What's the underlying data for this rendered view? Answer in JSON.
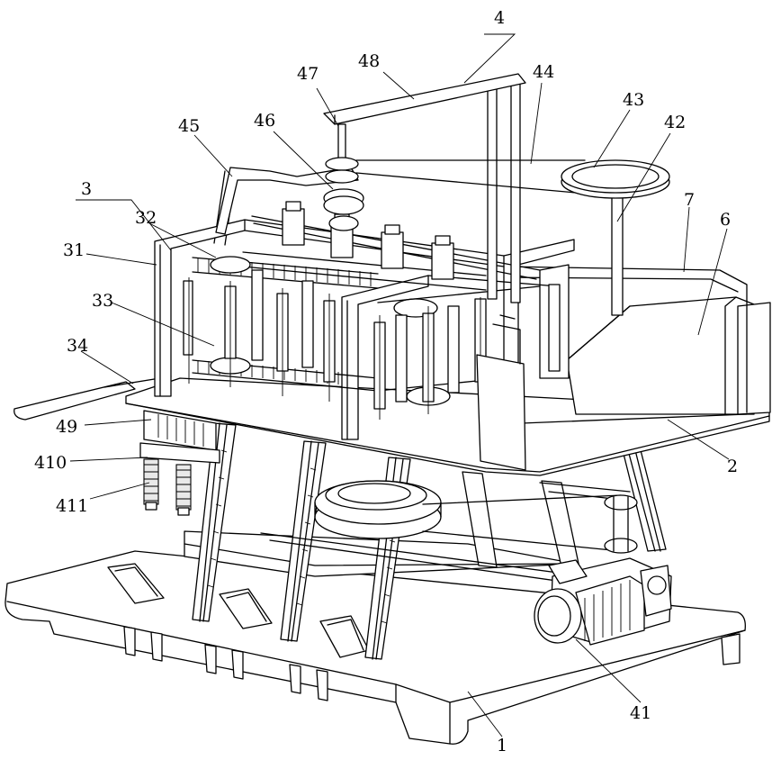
{
  "figure": {
    "labels": [
      {
        "id": "4",
        "text": "4"
      },
      {
        "id": "48",
        "text": "48"
      },
      {
        "id": "47",
        "text": "47"
      },
      {
        "id": "44",
        "text": "44"
      },
      {
        "id": "43",
        "text": "43"
      },
      {
        "id": "45",
        "text": "45"
      },
      {
        "id": "46",
        "text": "46"
      },
      {
        "id": "42",
        "text": "42"
      },
      {
        "id": "3",
        "text": "3"
      },
      {
        "id": "32",
        "text": "32"
      },
      {
        "id": "7",
        "text": "7"
      },
      {
        "id": "6",
        "text": "6"
      },
      {
        "id": "31",
        "text": "31"
      },
      {
        "id": "33",
        "text": "33"
      },
      {
        "id": "34",
        "text": "34"
      },
      {
        "id": "49",
        "text": "49"
      },
      {
        "id": "410",
        "text": "410"
      },
      {
        "id": "411",
        "text": "411"
      },
      {
        "id": "2",
        "text": "2"
      },
      {
        "id": "41",
        "text": "41"
      },
      {
        "id": "1",
        "text": "1"
      }
    ]
  }
}
